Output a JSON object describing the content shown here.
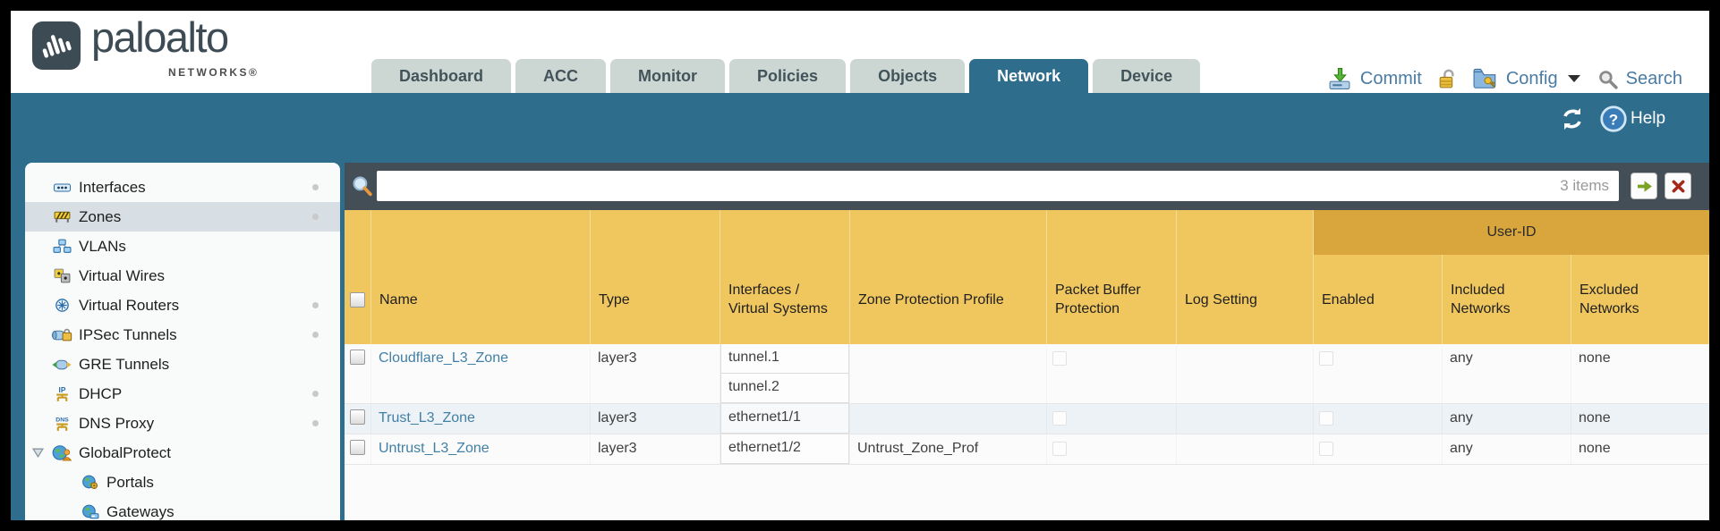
{
  "brand": {
    "name": "paloalto",
    "sub": "NETWORKS®"
  },
  "nav": {
    "tabs": [
      {
        "label": "Dashboard",
        "active": false
      },
      {
        "label": "ACC",
        "active": false
      },
      {
        "label": "Monitor",
        "active": false
      },
      {
        "label": "Policies",
        "active": false
      },
      {
        "label": "Objects",
        "active": false
      },
      {
        "label": "Network",
        "active": true
      },
      {
        "label": "Device",
        "active": false
      }
    ],
    "actions": {
      "commit": "Commit",
      "config": "Config",
      "search": "Search"
    }
  },
  "toolbar": {
    "help": "Help"
  },
  "sidebar": {
    "items": [
      {
        "label": "Interfaces",
        "icon": "interfaces-icon",
        "dot": true
      },
      {
        "label": "Zones",
        "icon": "zones-icon",
        "dot": true,
        "selected": true
      },
      {
        "label": "VLANs",
        "icon": "vlans-icon"
      },
      {
        "label": "Virtual Wires",
        "icon": "virtual-wires-icon"
      },
      {
        "label": "Virtual Routers",
        "icon": "virtual-routers-icon",
        "dot": true
      },
      {
        "label": "IPSec Tunnels",
        "icon": "ipsec-tunnels-icon",
        "dot": true
      },
      {
        "label": "GRE Tunnels",
        "icon": "gre-tunnels-icon"
      },
      {
        "label": "DHCP",
        "icon": "dhcp-icon",
        "dot": true
      },
      {
        "label": "DNS Proxy",
        "icon": "dns-proxy-icon",
        "dot": true
      },
      {
        "label": "GlobalProtect",
        "icon": "globalprotect-icon",
        "expander": true
      },
      {
        "label": "Portals",
        "icon": "portals-icon",
        "indent": true
      },
      {
        "label": "Gateways",
        "icon": "gateways-icon",
        "indent": true
      }
    ]
  },
  "filter": {
    "value": "",
    "count": "3 items"
  },
  "table": {
    "group_header": "User-ID",
    "columns": [
      {
        "id": "select",
        "label": ""
      },
      {
        "id": "name",
        "label": "Name"
      },
      {
        "id": "type",
        "label": "Type"
      },
      {
        "id": "interfaces",
        "label": "Interfaces / Virtual Systems"
      },
      {
        "id": "zpp",
        "label": "Zone Protection Profile"
      },
      {
        "id": "pbp",
        "label": "Packet Buffer Protection"
      },
      {
        "id": "log",
        "label": "Log Setting"
      },
      {
        "id": "enabled",
        "label": "Enabled"
      },
      {
        "id": "included",
        "label": "Included Networks"
      },
      {
        "id": "excluded",
        "label": "Excluded Networks"
      }
    ],
    "rows": [
      {
        "name": "Cloudflare_L3_Zone",
        "type": "layer3",
        "interfaces": [
          "tunnel.1",
          "tunnel.2"
        ],
        "zpp": "",
        "pbp_checked": false,
        "log": "",
        "enabled_checked": false,
        "included": "any",
        "excluded": "none"
      },
      {
        "name": "Trust_L3_Zone",
        "type": "layer3",
        "interfaces": [
          "ethernet1/1"
        ],
        "zpp": "",
        "pbp_checked": false,
        "log": "",
        "enabled_checked": false,
        "included": "any",
        "excluded": "none"
      },
      {
        "name": "Untrust_L3_Zone",
        "type": "layer3",
        "interfaces": [
          "ethernet1/2"
        ],
        "zpp": "Untrust_Zone_Prof",
        "pbp_checked": false,
        "log": "",
        "enabled_checked": false,
        "included": "any",
        "excluded": "none"
      }
    ]
  },
  "colors": {
    "accent_teal": "#2f6d8d",
    "header_gold": "#f0c75e",
    "group_gold": "#d9a63e",
    "link_blue": "#4180a5"
  }
}
